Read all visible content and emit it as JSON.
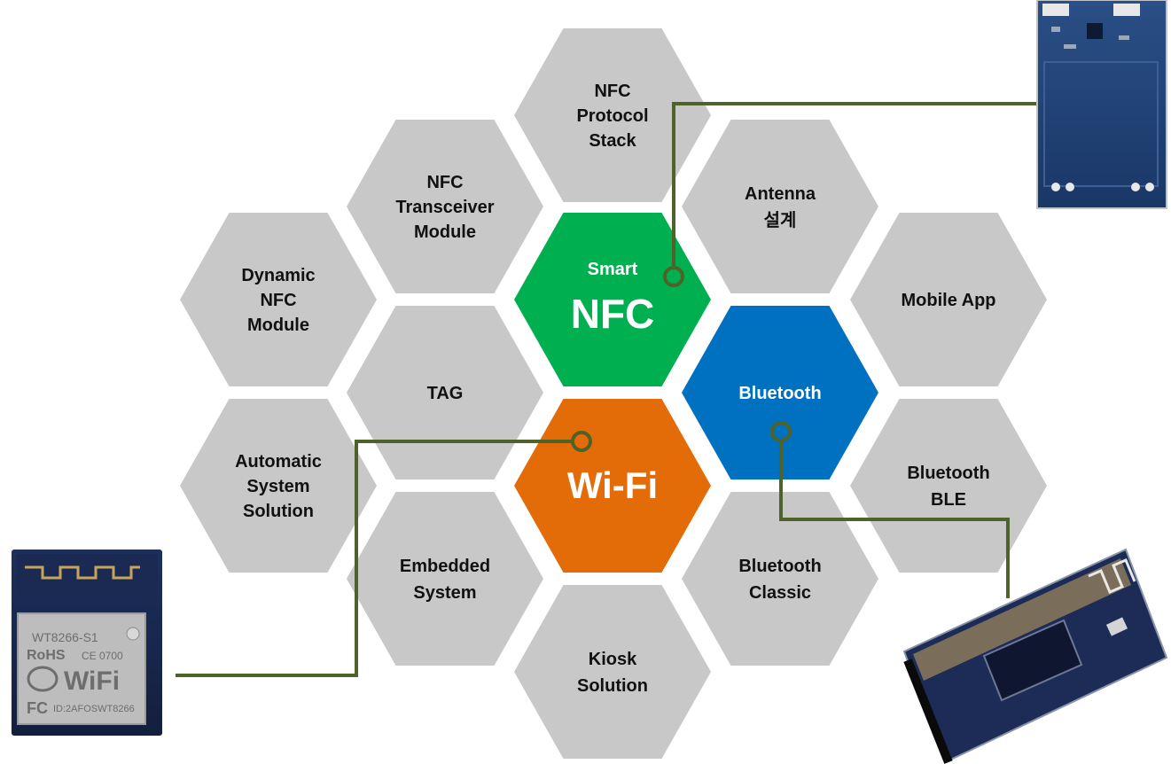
{
  "hexagons": [
    {
      "id": "nfc-protocol-stack",
      "lines": [
        "NFC",
        "Protocol",
        "Stack"
      ],
      "kind": "gray"
    },
    {
      "id": "nfc-transceiver-module",
      "lines": [
        "NFC",
        "Transceiver",
        "Module"
      ],
      "kind": "gray"
    },
    {
      "id": "antenna-design",
      "lines": [
        "Antenna",
        "설계"
      ],
      "kind": "gray"
    },
    {
      "id": "dynamic-nfc-module",
      "lines": [
        "Dynamic",
        "NFC",
        "Module"
      ],
      "kind": "gray"
    },
    {
      "id": "smart-nfc",
      "lines": [
        "Smart",
        "NFC"
      ],
      "kind": "nfc"
    },
    {
      "id": "mobile-app",
      "lines": [
        "Mobile  App"
      ],
      "kind": "gray"
    },
    {
      "id": "tag",
      "lines": [
        "TAG"
      ],
      "kind": "gray"
    },
    {
      "id": "bluetooth",
      "lines": [
        "Bluetooth"
      ],
      "kind": "bluetooth"
    },
    {
      "id": "automatic-system-solution",
      "lines": [
        "Automatic",
        "System",
        "Solution"
      ],
      "kind": "gray"
    },
    {
      "id": "wifi",
      "lines": [
        "Wi-Fi"
      ],
      "kind": "wifi"
    },
    {
      "id": "bluetooth-ble",
      "lines": [
        "Bluetooth",
        "BLE"
      ],
      "kind": "gray"
    },
    {
      "id": "embedded-system",
      "lines": [
        "Embedded",
        "System"
      ],
      "kind": "gray"
    },
    {
      "id": "bluetooth-classic",
      "lines": [
        "Bluetooth",
        "Classic"
      ],
      "kind": "gray"
    },
    {
      "id": "kiosk-solution",
      "lines": [
        "Kiosk",
        "Solution"
      ],
      "kind": "gray"
    }
  ],
  "colors": {
    "gray": "#c8c8c8",
    "nfc": "#00b050",
    "bluetooth": "#0070c0",
    "wifi": "#e36c09",
    "connector": "#4f6228",
    "label_dark": "#111111",
    "label_light": "#ffffff"
  },
  "modules": {
    "wifi_module": {
      "chip_text": "WT8266-S1",
      "rohs": "RoHS",
      "ce": "CE 0700",
      "brand": "WiFi",
      "fcc_id": "ID:2AFOSWT8266"
    }
  }
}
